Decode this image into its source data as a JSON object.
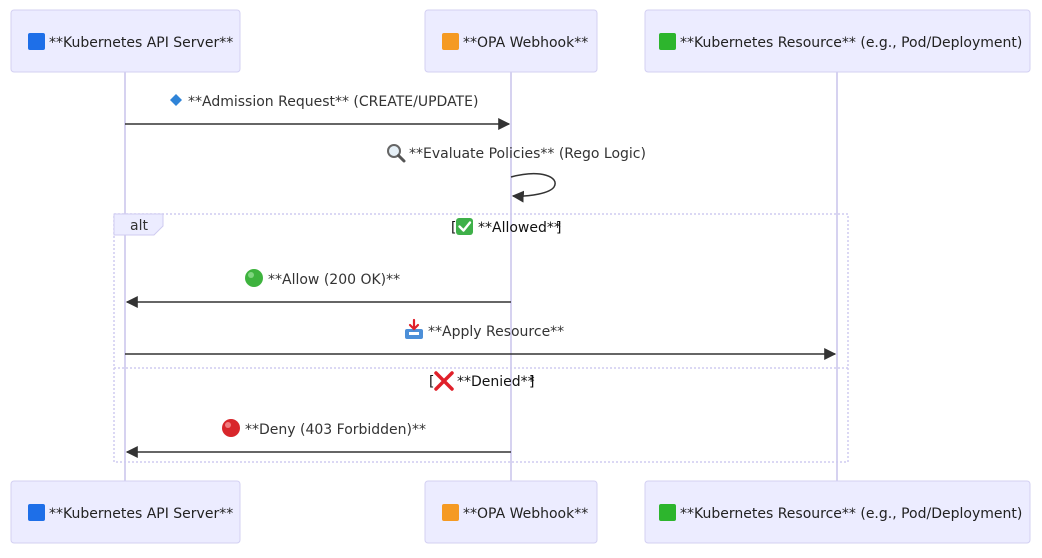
{
  "participants": [
    {
      "id": "api",
      "label": "**Kubernetes API Server**",
      "icon": "blue-square-icon",
      "color": "#1E6FE8"
    },
    {
      "id": "opa",
      "label": "**OPA Webhook**",
      "icon": "orange-square-icon",
      "color": "#F59A23"
    },
    {
      "id": "res",
      "label": "**Kubernetes Resource** (e.g., Pod/Deployment)",
      "icon": "green-square-icon",
      "color": "#2DB52D"
    }
  ],
  "messages": [
    {
      "id": "admission",
      "label": "**Admission Request** (CREATE/UPDATE)",
      "icon": "small-blue-diamond-icon",
      "from": "api",
      "to": "opa"
    },
    {
      "id": "evaluate",
      "label": "**Evaluate Policies** (Rego Logic)",
      "icon": "magnifying-glass-icon",
      "from": "opa",
      "to": "opa"
    },
    {
      "id": "allow",
      "label": "**Allow (200 OK)**",
      "icon": "green-circle-icon",
      "from": "opa",
      "to": "api"
    },
    {
      "id": "apply",
      "label": "**Apply Resource**",
      "icon": "inbox-tray-icon",
      "from": "api",
      "to": "res"
    },
    {
      "id": "deny",
      "label": "**Deny (403 Forbidden)**",
      "icon": "red-circle-icon",
      "from": "opa",
      "to": "api"
    }
  ],
  "alt_block": {
    "keyword": "alt",
    "conditions": [
      {
        "label": "**Allowed**",
        "icon": "check-mark-button-icon",
        "open": "[",
        "close": "]"
      },
      {
        "label": "**Denied**",
        "icon": "cross-mark-icon",
        "open": "[",
        "close": "]"
      }
    ]
  },
  "colors": {
    "box_fill": "#ECECFF",
    "box_stroke": "#D3D0F2",
    "lifeline": "#D6D2F0",
    "arrow": "#333333"
  }
}
